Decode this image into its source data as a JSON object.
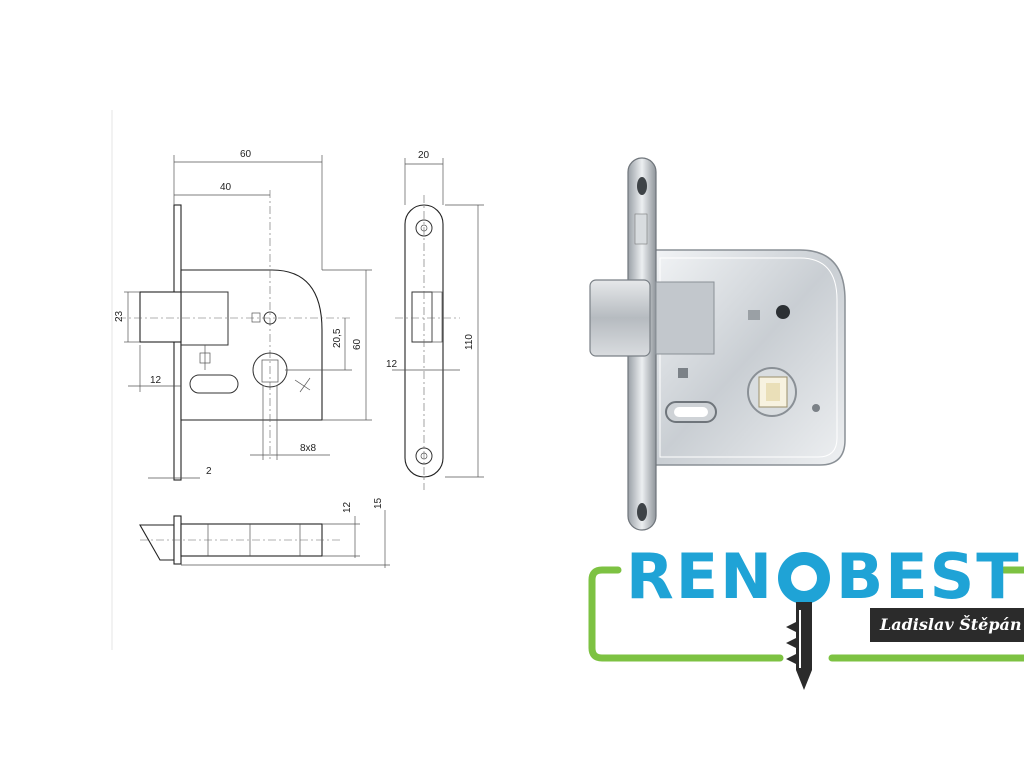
{
  "drawing": {
    "front_view": {
      "overall_width": "60",
      "backset": "40",
      "latch_height": "23",
      "latch_projection": "12",
      "faceplate_thickness": "2",
      "spindle_to_keyhole": "20,5",
      "body_height": "60",
      "spindle": "8x8"
    },
    "side_view": {
      "faceplate_width": "20",
      "faceplate_height": "110",
      "case_offset": "12"
    },
    "bottom_view": {
      "depth_a": "12",
      "depth_b": "15"
    }
  },
  "photo": {
    "alt": "lock"
  },
  "logo": {
    "brand_left": "REN",
    "brand_right": "BEST",
    "tagline": "Ladislav Štěpán",
    "colors": {
      "text": "#1fa3d6",
      "frame": "#7dc242",
      "key": "#2b2b2b",
      "tag_bg": "#2b2b2b"
    }
  }
}
